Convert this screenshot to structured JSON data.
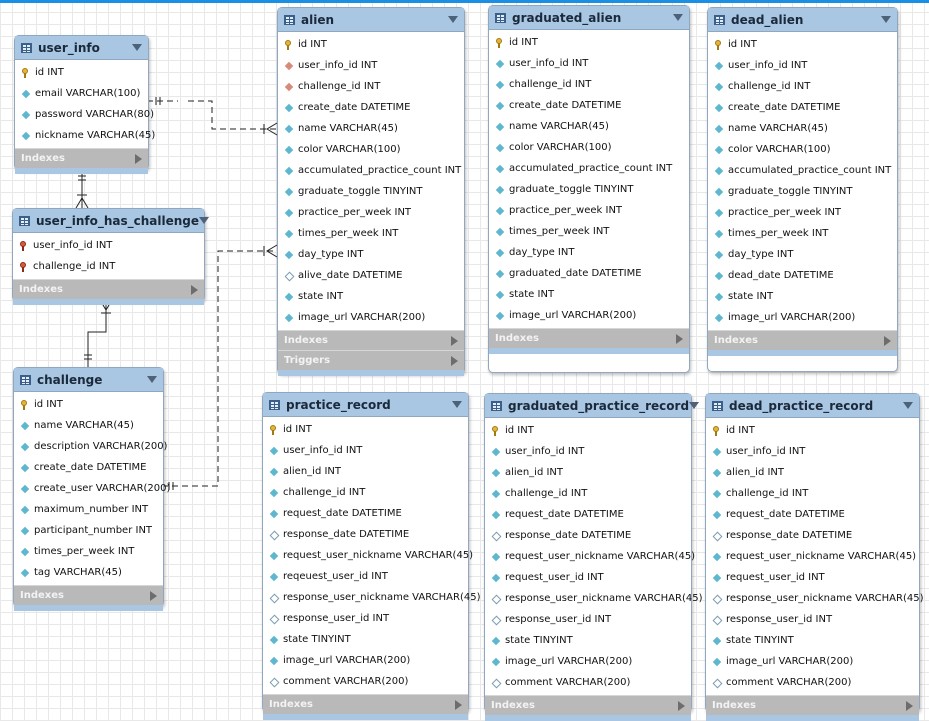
{
  "tables": [
    {
      "id": "user_info",
      "name": "user_info",
      "icon": "table-icon",
      "sections": [
        "Indexes"
      ],
      "columns": [
        {
          "t": "pk",
          "text": "id INT"
        },
        {
          "t": "col",
          "text": "email VARCHAR(100)"
        },
        {
          "t": "col",
          "text": "password VARCHAR(80)"
        },
        {
          "t": "col",
          "text": "nickname VARCHAR(45)"
        }
      ]
    },
    {
      "id": "user_info_has_challenge",
      "name": "user_info_has_challenge",
      "icon": "table-icon",
      "sections": [
        "Indexes"
      ],
      "columns": [
        {
          "t": "fkpk",
          "text": "user_info_id INT"
        },
        {
          "t": "fkpk",
          "text": "challenge_id INT"
        }
      ]
    },
    {
      "id": "challenge",
      "name": "challenge",
      "icon": "table-icon",
      "sections": [
        "Indexes"
      ],
      "columns": [
        {
          "t": "pk",
          "text": "id INT"
        },
        {
          "t": "col",
          "text": "name VARCHAR(45)"
        },
        {
          "t": "col",
          "text": "description VARCHAR(200)"
        },
        {
          "t": "col",
          "text": "create_date DATETIME"
        },
        {
          "t": "col",
          "text": "create_user VARCHAR(200)"
        },
        {
          "t": "col",
          "text": "maximum_number INT"
        },
        {
          "t": "col",
          "text": "participant_number INT"
        },
        {
          "t": "col",
          "text": "times_per_week INT"
        },
        {
          "t": "col",
          "text": "tag VARCHAR(45)"
        }
      ]
    },
    {
      "id": "alien",
      "name": "alien",
      "icon": "table-icon",
      "sections": [
        "Indexes",
        "Triggers"
      ],
      "columns": [
        {
          "t": "pk",
          "text": "id INT"
        },
        {
          "t": "fk",
          "text": "user_info_id INT"
        },
        {
          "t": "fk",
          "text": "challenge_id INT"
        },
        {
          "t": "col",
          "text": "create_date DATETIME"
        },
        {
          "t": "col",
          "text": "name VARCHAR(45)"
        },
        {
          "t": "col",
          "text": "color VARCHAR(100)"
        },
        {
          "t": "col",
          "text": "accumulated_practice_count INT"
        },
        {
          "t": "col",
          "text": "graduate_toggle TINYINT"
        },
        {
          "t": "col",
          "text": "practice_per_week INT"
        },
        {
          "t": "col",
          "text": "times_per_week INT"
        },
        {
          "t": "col",
          "text": "day_type INT"
        },
        {
          "t": "null",
          "text": "alive_date DATETIME"
        },
        {
          "t": "col",
          "text": "state INT"
        },
        {
          "t": "col",
          "text": "image_url VARCHAR(200)"
        }
      ]
    },
    {
      "id": "graduated_alien",
      "name": "graduated_alien",
      "icon": "table-icon",
      "sections": [
        "Indexes"
      ],
      "columns": [
        {
          "t": "pk",
          "text": "id INT"
        },
        {
          "t": "col",
          "text": "user_info_id INT"
        },
        {
          "t": "col",
          "text": "challenge_id INT"
        },
        {
          "t": "col",
          "text": "create_date DATETIME"
        },
        {
          "t": "col",
          "text": "name VARCHAR(45)"
        },
        {
          "t": "col",
          "text": "color VARCHAR(100)"
        },
        {
          "t": "col",
          "text": "accumulated_practice_count INT"
        },
        {
          "t": "col",
          "text": "graduate_toggle TINYINT"
        },
        {
          "t": "col",
          "text": "practice_per_week INT"
        },
        {
          "t": "col",
          "text": "times_per_week INT"
        },
        {
          "t": "col",
          "text": "day_type INT"
        },
        {
          "t": "col",
          "text": "graduated_date DATETIME"
        },
        {
          "t": "col",
          "text": "state INT"
        },
        {
          "t": "col",
          "text": "image_url VARCHAR(200)"
        }
      ]
    },
    {
      "id": "dead_alien",
      "name": "dead_alien",
      "icon": "table-icon",
      "sections": [
        "Indexes"
      ],
      "columns": [
        {
          "t": "pk",
          "text": "id INT"
        },
        {
          "t": "col",
          "text": "user_info_id INT"
        },
        {
          "t": "col",
          "text": "challenge_id INT"
        },
        {
          "t": "col",
          "text": "create_date DATETIME"
        },
        {
          "t": "col",
          "text": "name VARCHAR(45)"
        },
        {
          "t": "col",
          "text": "color VARCHAR(100)"
        },
        {
          "t": "col",
          "text": "accumulated_practice_count INT"
        },
        {
          "t": "col",
          "text": "graduate_toggle TINYINT"
        },
        {
          "t": "col",
          "text": "practice_per_week INT"
        },
        {
          "t": "col",
          "text": "times_per_week INT"
        },
        {
          "t": "col",
          "text": "day_type INT"
        },
        {
          "t": "col",
          "text": "dead_date DATETIME"
        },
        {
          "t": "col",
          "text": "state INT"
        },
        {
          "t": "col",
          "text": "image_url VARCHAR(200)"
        }
      ]
    },
    {
      "id": "practice_record",
      "name": "practice_record",
      "icon": "table-icon",
      "sections": [
        "Indexes"
      ],
      "columns": [
        {
          "t": "pk",
          "text": "id INT"
        },
        {
          "t": "col",
          "text": "user_info_id INT"
        },
        {
          "t": "col",
          "text": "alien_id INT"
        },
        {
          "t": "col",
          "text": "challenge_id INT"
        },
        {
          "t": "col",
          "text": "request_date DATETIME"
        },
        {
          "t": "null",
          "text": "response_date DATETIME"
        },
        {
          "t": "col",
          "text": "request_user_nickname VARCHAR(45)"
        },
        {
          "t": "col",
          "text": "reqeuest_user_id INT"
        },
        {
          "t": "null",
          "text": "response_user_nickname VARCHAR(45)"
        },
        {
          "t": "null",
          "text": "response_user_id INT"
        },
        {
          "t": "col",
          "text": "state TINYINT"
        },
        {
          "t": "col",
          "text": "image_url VARCHAR(200)"
        },
        {
          "t": "null",
          "text": "comment VARCHAR(200)"
        }
      ]
    },
    {
      "id": "graduated_practice_record",
      "name": "graduated_practice_record",
      "icon": "table-icon",
      "sections": [
        "Indexes"
      ],
      "columns": [
        {
          "t": "pk",
          "text": "id INT"
        },
        {
          "t": "col",
          "text": "user_info_id INT"
        },
        {
          "t": "col",
          "text": "alien_id INT"
        },
        {
          "t": "col",
          "text": "challenge_id INT"
        },
        {
          "t": "col",
          "text": "request_date DATETIME"
        },
        {
          "t": "null",
          "text": "response_date DATETIME"
        },
        {
          "t": "col",
          "text": "request_user_nickname VARCHAR(45)"
        },
        {
          "t": "col",
          "text": "request_user_id INT"
        },
        {
          "t": "null",
          "text": "response_user_nickname VARCHAR(45)"
        },
        {
          "t": "null",
          "text": "response_user_id INT"
        },
        {
          "t": "col",
          "text": "state TINYINT"
        },
        {
          "t": "col",
          "text": "image_url VARCHAR(200)"
        },
        {
          "t": "null",
          "text": "comment VARCHAR(200)"
        }
      ]
    },
    {
      "id": "dead_practice_record",
      "name": "dead_practice_record",
      "icon": "table-icon",
      "sections": [
        "Indexes"
      ],
      "columns": [
        {
          "t": "pk",
          "text": "id INT"
        },
        {
          "t": "col",
          "text": "user_info_id INT"
        },
        {
          "t": "col",
          "text": "alien_id INT"
        },
        {
          "t": "col",
          "text": "challenge_id INT"
        },
        {
          "t": "col",
          "text": "request_date DATETIME"
        },
        {
          "t": "null",
          "text": "response_date DATETIME"
        },
        {
          "t": "col",
          "text": "request_user_nickname VARCHAR(45)"
        },
        {
          "t": "col",
          "text": "request_user_id INT"
        },
        {
          "t": "null",
          "text": "response_user_nickname VARCHAR(45)"
        },
        {
          "t": "null",
          "text": "response_user_id INT"
        },
        {
          "t": "col",
          "text": "state TINYINT"
        },
        {
          "t": "col",
          "text": "image_url VARCHAR(200)"
        },
        {
          "t": "null",
          "text": "comment VARCHAR(200)"
        }
      ]
    }
  ],
  "colors": {
    "header": "#a9c6e3",
    "border": "#8fa8bf",
    "section": "#b9b9b9",
    "link": "#222222",
    "accent": "#1a8fe3"
  }
}
